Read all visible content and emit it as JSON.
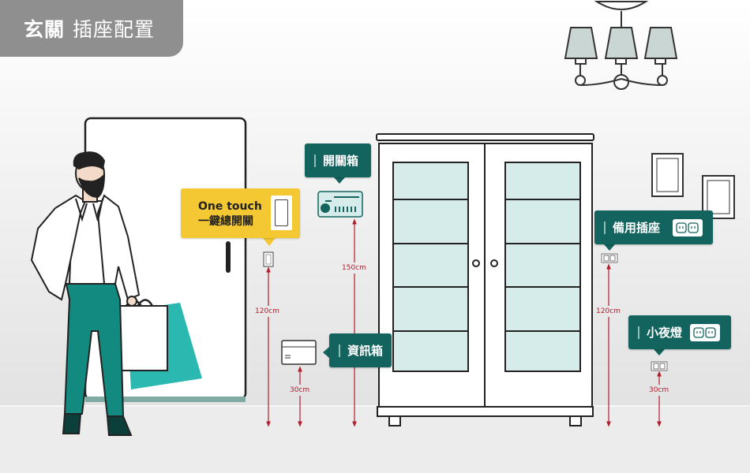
{
  "title": {
    "bold": "玄關",
    "light": "插座配置"
  },
  "labels": {
    "switchbox": "開關箱",
    "infobox": "資訊箱",
    "spare": "備用插座",
    "nightlight": "小夜燈",
    "onetouch_line1": "One touch",
    "onetouch_line2": "一鍵總開關"
  },
  "measurements": {
    "switch_height": "120cm",
    "infobox_height": "30cm",
    "switchbox_height": "150cm",
    "spare_height": "120cm",
    "nightlight_height": "30cm"
  },
  "colors": {
    "teal": "#13645f",
    "yellow": "#f4c832",
    "arrow_red": "#b01e2c",
    "title_gray": "#8f8f8f",
    "bag_teal": "#2bb8b0",
    "pants_teal": "#138a7f"
  },
  "icons": [
    "switch-icon",
    "socket-icon",
    "lamp-icon",
    "door-icon",
    "cabinet-icon",
    "frame-icon",
    "bag-icon"
  ]
}
